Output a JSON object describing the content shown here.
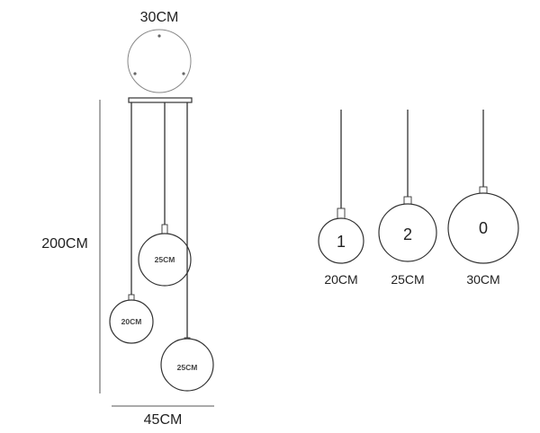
{
  "left_assembly": {
    "canopy_diameter_label": "30CM",
    "height_label": "200CM",
    "width_label": "45CM",
    "globes": [
      {
        "label": "25CM"
      },
      {
        "label": "20CM"
      },
      {
        "label": "25CM"
      }
    ]
  },
  "right_lamps": [
    {
      "number": "1",
      "size_label": "20CM"
    },
    {
      "number": "2",
      "size_label": "25CM"
    },
    {
      "number": "0",
      "size_label": "30CM"
    }
  ],
  "colors": {
    "line": "#333333",
    "dimension_line": "#555555",
    "background": "#ffffff"
  }
}
